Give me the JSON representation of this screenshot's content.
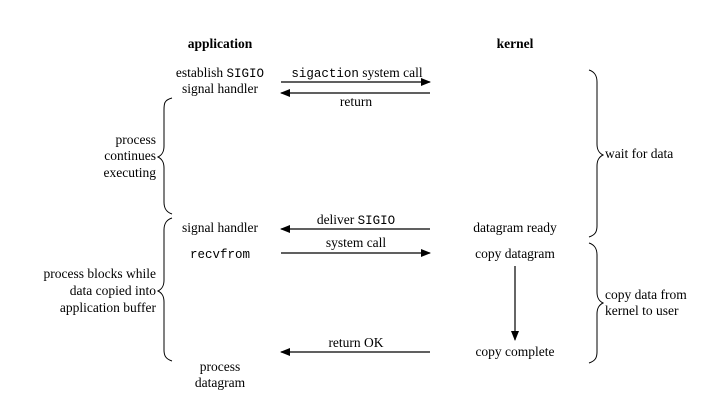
{
  "headers": {
    "application": "application",
    "kernel": "kernel"
  },
  "app": {
    "establish_prefix": "establish ",
    "establish_code": "SIGIO",
    "establish_line2": "signal handler",
    "signal_handler": "signal handler",
    "recvfrom": "recvfrom",
    "process_line1": "process",
    "process_line2": "datagram"
  },
  "arrows": {
    "sigaction_code": "sigaction",
    "sigaction_suffix": " system call",
    "return": "return",
    "deliver_prefix": "deliver ",
    "deliver_code": "SIGIO",
    "system_call": "system call",
    "return_ok": "return OK"
  },
  "kernel": {
    "datagram_ready": "datagram ready",
    "copy_datagram": "copy datagram",
    "copy_complete": "copy complete"
  },
  "left_notes": {
    "continues": [
      "process",
      "continues",
      "executing"
    ],
    "blocks": [
      "process blocks while",
      "data copied into",
      "application buffer"
    ]
  },
  "right_notes": {
    "wait": "wait for data",
    "copy": [
      "copy data from",
      "kernel to user"
    ]
  }
}
